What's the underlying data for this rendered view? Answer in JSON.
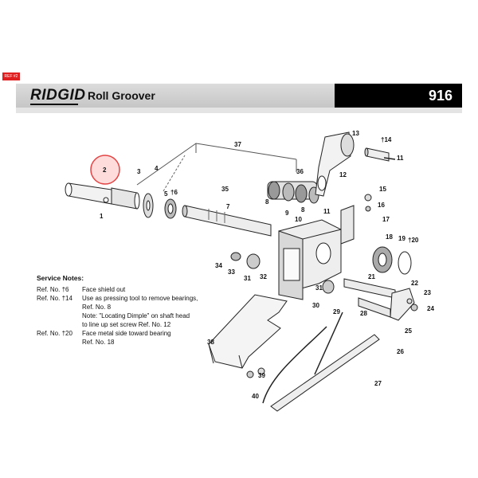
{
  "header": {
    "ref_tag": "REF #2",
    "brand": "RIDGID",
    "title": "Roll Groover",
    "model": "916"
  },
  "diagram": {
    "highlighted_part": "2",
    "part_labels": [
      "1",
      "2",
      "3",
      "4",
      "5",
      "6",
      "7",
      "8",
      "8",
      "9",
      "10",
      "11",
      "11",
      "12",
      "13",
      "14",
      "15",
      "16",
      "17",
      "18",
      "19",
      "20",
      "21",
      "22",
      "23",
      "24",
      "25",
      "26",
      "27",
      "28",
      "29",
      "30",
      "31",
      "31",
      "32",
      "33",
      "34",
      "35",
      "36",
      "37",
      "38",
      "39",
      "40"
    ],
    "marks": {
      "6": "†6",
      "14": "†14",
      "20": "†20"
    }
  },
  "service_notes": {
    "heading": "Service Notes:",
    "rows": [
      {
        "ref": "Ref. No. †6",
        "lines": [
          "Face shield out"
        ]
      },
      {
        "ref": "Ref. No. †14",
        "lines": [
          "Use as pressing tool to remove bearings,",
          "Ref. No. 8",
          "Note: \"Locating Dimple\" on shaft head",
          "to line up set screw Ref. No. 12"
        ]
      },
      {
        "ref": "Ref. No. †20",
        "lines": [
          "Face metal side toward bearing",
          "Ref. No. 18"
        ]
      }
    ]
  },
  "colors": {
    "highlight": "#e03030",
    "header_dark": "#000000",
    "header_light": "#d0d0d0"
  }
}
